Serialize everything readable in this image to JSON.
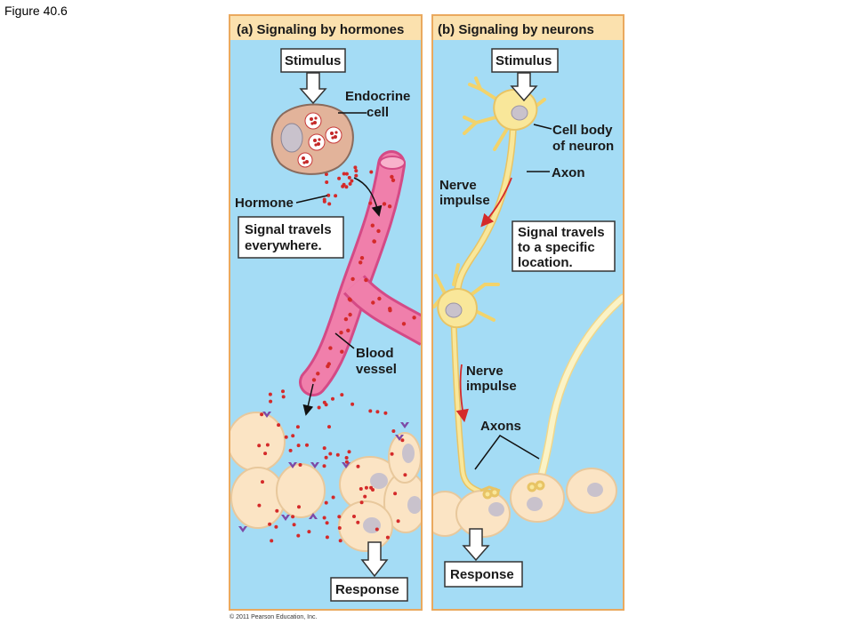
{
  "figure_label": "Figure 40.6",
  "copyright": "© 2011 Pearson Education, Inc.",
  "colors": {
    "panel_bg": "#a4dcf5",
    "header_bg": "#fbe1ae",
    "border": "#eaa95e",
    "vessel": "#f07fab",
    "vessel_dark": "#d44a86",
    "neuron": "#f9e79a",
    "cell": "#fbe4c4",
    "hormone_dot": "#d42a2a",
    "receptor": "#7d4aa6"
  },
  "panel_a": {
    "title": "(a) Signaling by hormones",
    "stimulus": "Stimulus",
    "endocrine_cell": [
      "Endocrine",
      "cell"
    ],
    "hormone": "Hormone",
    "signal_box": [
      "Signal travels",
      "everywhere."
    ],
    "blood_vessel": [
      "Blood",
      "vessel"
    ],
    "response": "Response"
  },
  "panel_b": {
    "title": "(b) Signaling by neurons",
    "stimulus": "Stimulus",
    "cell_body": [
      "Cell body",
      "of neuron"
    ],
    "axon": "Axon",
    "nerve_impulse_1": [
      "Nerve",
      "impulse"
    ],
    "signal_box": [
      "Signal travels",
      "to a specific",
      "location."
    ],
    "nerve_impulse_2": [
      "Nerve",
      "impulse"
    ],
    "axons": "Axons",
    "response": "Response"
  }
}
